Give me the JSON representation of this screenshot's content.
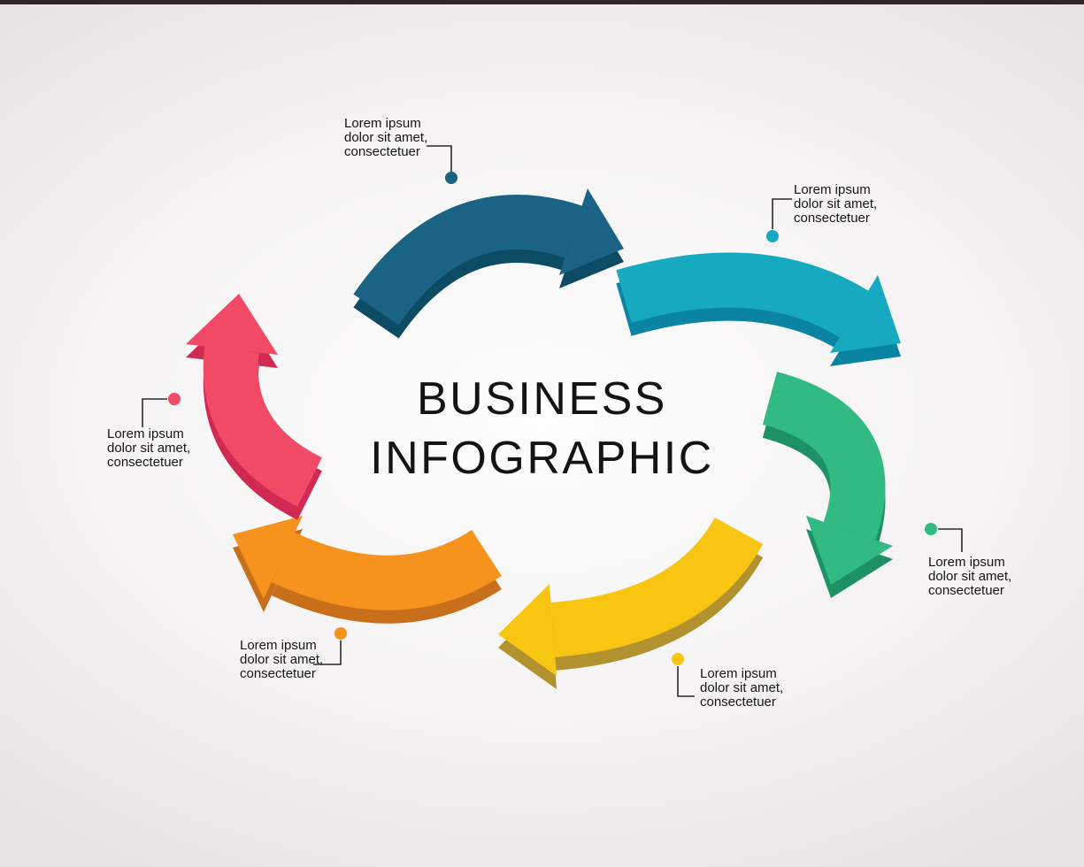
{
  "title": {
    "line1": "BUSINESS",
    "line2": "INFOGRAPHIC"
  },
  "connector_color": "#2b2b2b",
  "background": {
    "center": "#fefefe",
    "edge": "#e6e3e4",
    "top_border": "#30262a"
  },
  "steps": [
    {
      "name": "step-1-top",
      "text": "Lorem ipsum dolor sit amet, consectetuer",
      "color": "#1b6384",
      "edge_color": "#0d4a63"
    },
    {
      "name": "step-2-top-right",
      "text": "Lorem ipsum dolor sit amet, consectetuer",
      "color": "#17a9c0",
      "edge_color": "#0b84a4"
    },
    {
      "name": "step-3-right",
      "text": "Lorem ipsum dolor sit amet, consectetuer",
      "color": "#31ba83",
      "edge_color": "#1d9066"
    },
    {
      "name": "step-4-bottom-right",
      "text": "Lorem ipsum dolor sit amet, consectetuer",
      "color": "#f9c513",
      "edge_color": "#b2912f"
    },
    {
      "name": "step-5-bottom-left",
      "text": "Lorem ipsum dolor sit amet, consectetuer",
      "color": "#f6921e",
      "edge_color": "#c86f1b"
    },
    {
      "name": "step-6-left",
      "text": "Lorem ipsum dolor sit amet, consectetuer",
      "color": "#f04a67",
      "edge_color": "#d02a52"
    }
  ]
}
